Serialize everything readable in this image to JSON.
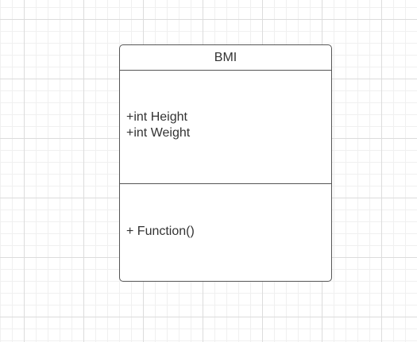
{
  "diagram": {
    "class": {
      "name": "BMI",
      "attributes": [
        "+int Height",
        "+int Weight"
      ],
      "methods": [
        "+ Function()"
      ]
    }
  }
}
